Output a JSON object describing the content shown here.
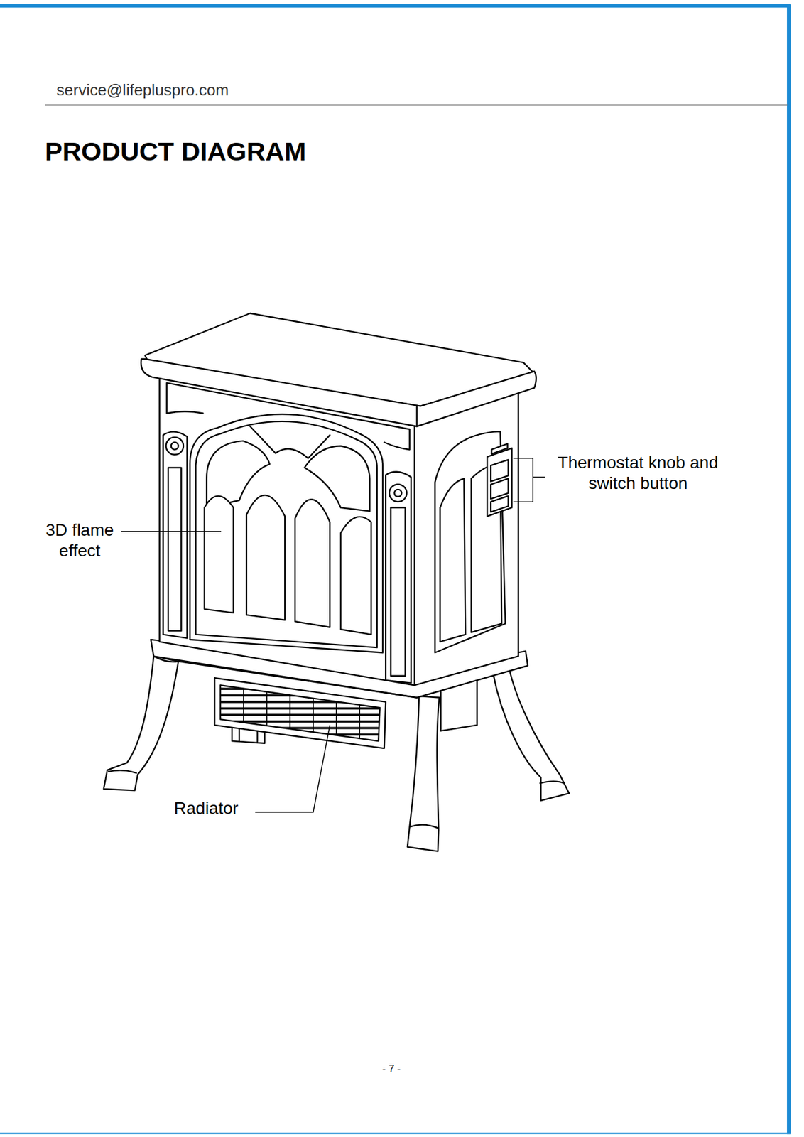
{
  "diagram": {
    "title": "PRODUCT DIAGRAM",
    "labels": [
      "service@lifepluspro.com",
      "Thermostat knob and switch button",
      "3D flame effect",
      "Radiator",
      "- 7 -"
    ]
  }
}
